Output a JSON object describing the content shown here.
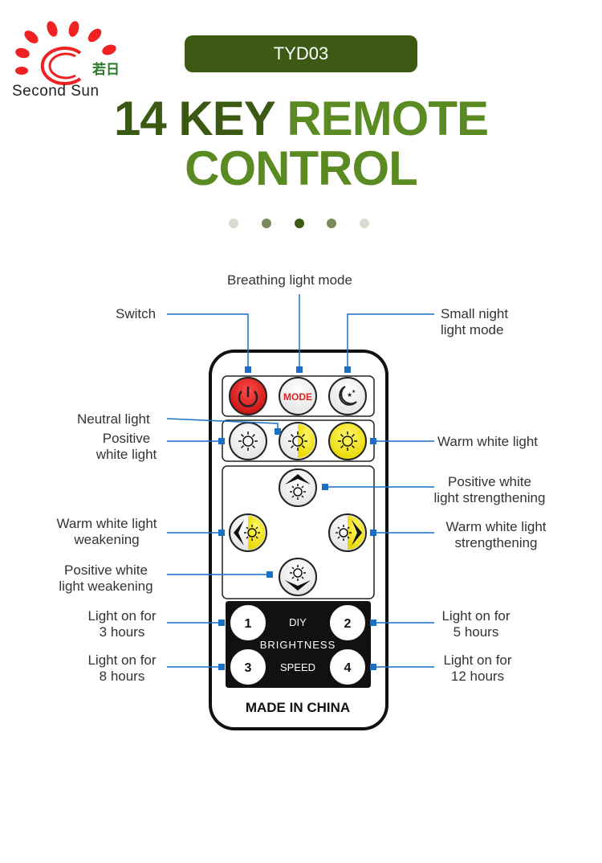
{
  "brand": {
    "name": "Second Sun",
    "chinese": "若日"
  },
  "model": "TYD03",
  "title": {
    "line1_a": "14 KEY",
    "line1_b": "REMOTE",
    "line2": "CONTROL"
  },
  "pagination": {
    "count": 5,
    "active": 2
  },
  "remote": {
    "mode_label": "MODE",
    "diy": "DIY",
    "brightness": "BRIGHTNESS",
    "speed": "SPEED",
    "keys": [
      "1",
      "2",
      "3",
      "4"
    ],
    "footer": "MADE IN CHINA"
  },
  "labels": {
    "switch": "Switch",
    "breathing": "Breathing light mode",
    "small_night_1": "Small night",
    "small_night_2": "light mode",
    "neutral": "Neutral light",
    "positive_white_1": "Positive",
    "positive_white_2": "white light",
    "warm_white": "Warm white light",
    "pos_strength_1": "Positive white",
    "pos_strength_2": "light strengthening",
    "warm_weak_1": "Warm white light",
    "warm_weak_2": "weakening",
    "warm_strength_1": "Warm white light",
    "warm_strength_2": "strengthening",
    "pos_weak_1": "Positive white",
    "pos_weak_2": "light weakening",
    "h3_1": "Light on for",
    "h3_2": "3 hours",
    "h5_1": "Light on for",
    "h5_2": "5 hours",
    "h8_1": "Light on for",
    "h8_2": "8 hours",
    "h12_1": "Light on for",
    "h12_2": "12 hours"
  },
  "colors": {
    "brand_green": "#3c5a14",
    "accent_green": "#5a8a22",
    "power_red": "#d81e1e",
    "warm_yellow": "#f2e21a",
    "leader_blue": "#1a6fc4"
  }
}
